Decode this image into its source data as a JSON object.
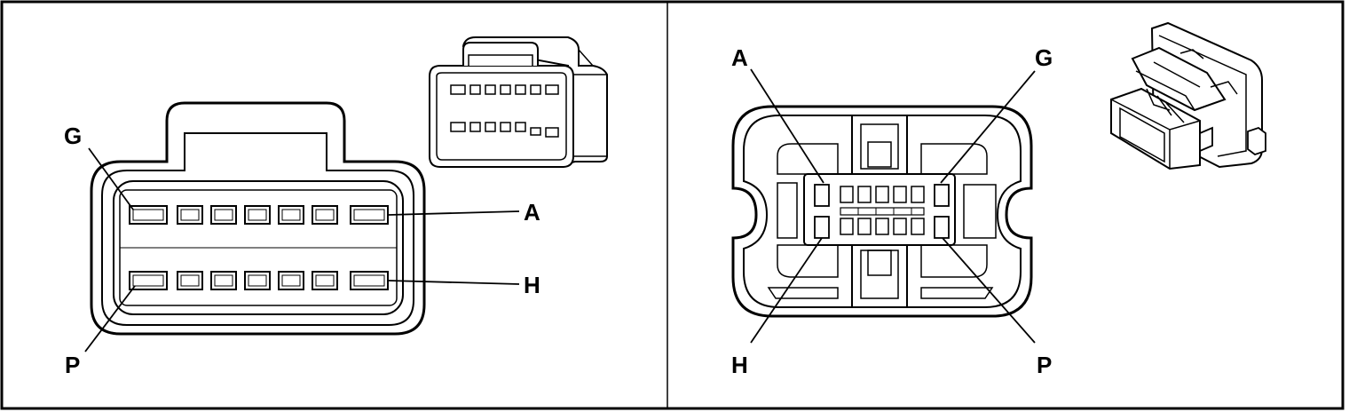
{
  "panels": {
    "left": {
      "callouts": {
        "g": "G",
        "a": "A",
        "p": "P",
        "h": "H"
      }
    },
    "right": {
      "callouts": {
        "a": "A",
        "g": "G",
        "h": "H",
        "p": "P"
      }
    }
  }
}
